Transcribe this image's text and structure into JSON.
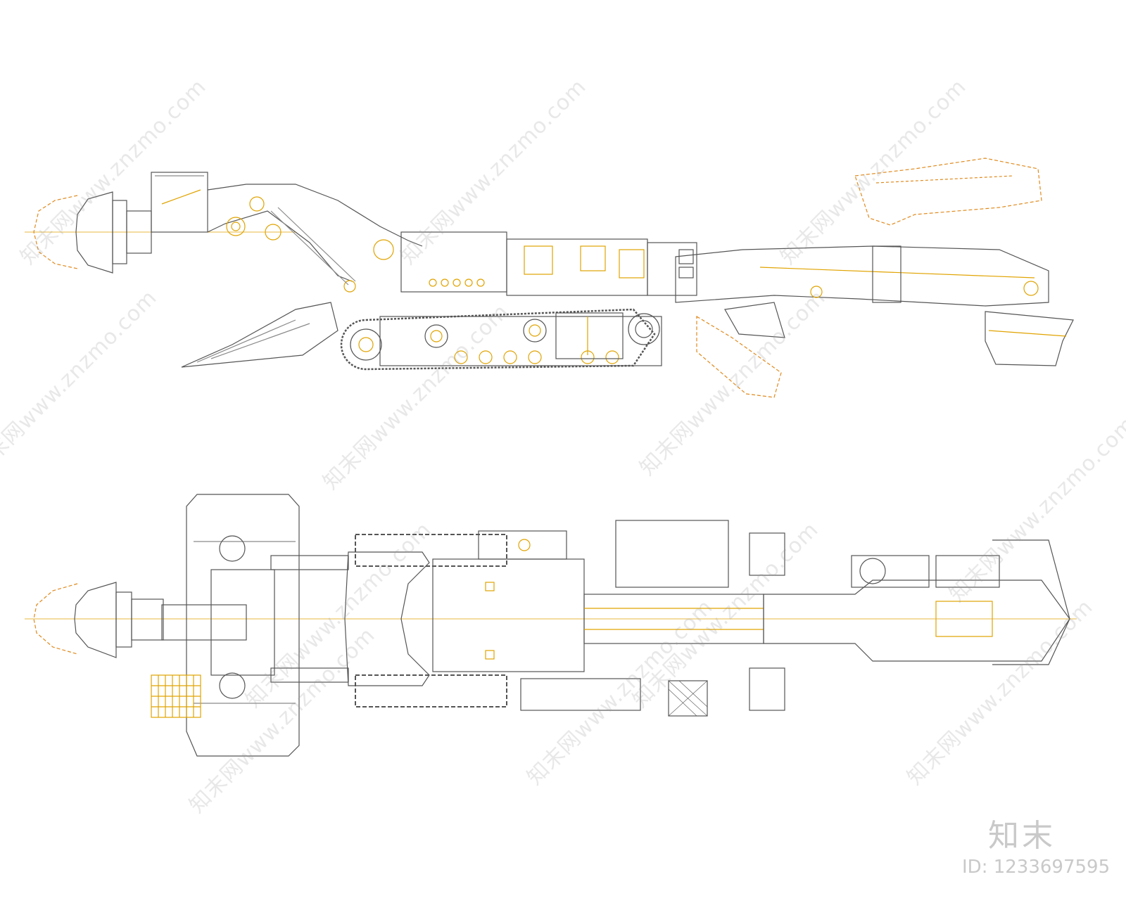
{
  "watermark": {
    "text": "知末网www.znzmo.com",
    "brand": "知末",
    "id_label": "ID: 1233697595"
  },
  "colors": {
    "line": "#8a8a8a",
    "dark_line": "#555555",
    "accent": "#e0a300",
    "orange": "#e08a1e",
    "background": "#ffffff"
  }
}
